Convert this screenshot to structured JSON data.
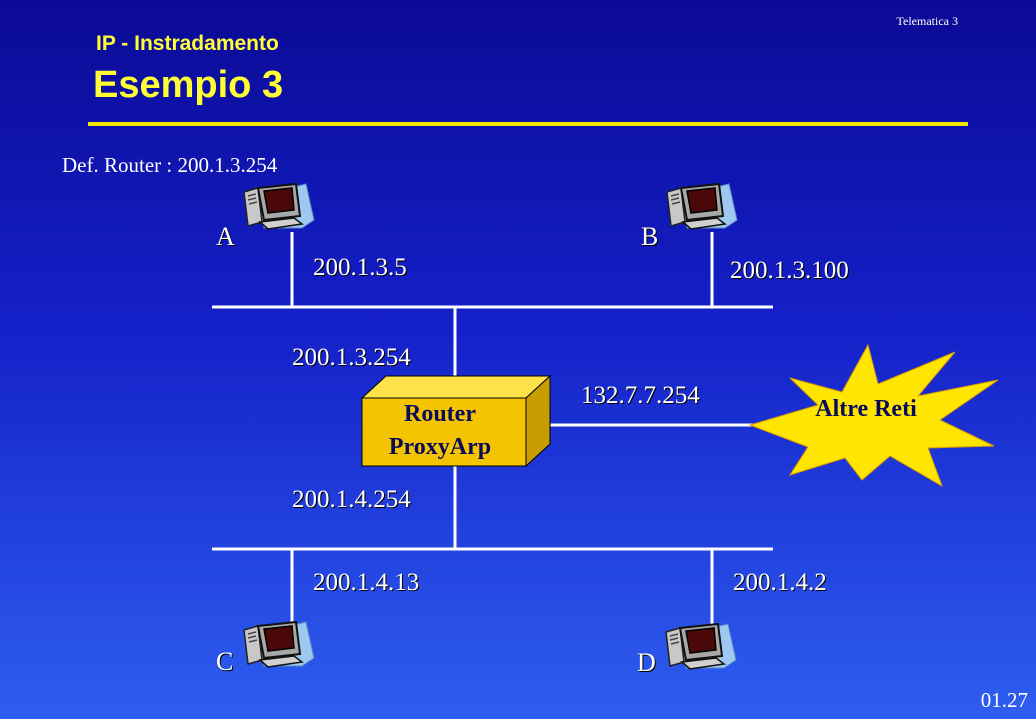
{
  "header": {
    "course": "Telematica 3",
    "subtitle": "IP - Instradamento",
    "title": "Esempio 3"
  },
  "default_router": "Def. Router : 200.1.3.254",
  "hosts": {
    "a": {
      "label": "A",
      "ip": "200.1.3.5"
    },
    "b": {
      "label": "B",
      "ip": "200.1.3.100"
    },
    "c": {
      "label": "C",
      "ip": "200.1.4.13"
    },
    "d": {
      "label": "D",
      "ip": "200.1.4.2"
    }
  },
  "router": {
    "line1": "Router",
    "line2": "ProxyArp",
    "ip_top": "200.1.3.254",
    "ip_bottom": "200.1.4.254",
    "ip_right": "132.7.7.254"
  },
  "other_networks": "Altre Reti",
  "page_number": "01.27",
  "colors": {
    "title": "#ffff33",
    "rule": "#f2e600",
    "router_box": "#f5c400",
    "star": "#ffe600",
    "background_top": "#0b0a95",
    "background_bottom": "#2e5ef0"
  }
}
